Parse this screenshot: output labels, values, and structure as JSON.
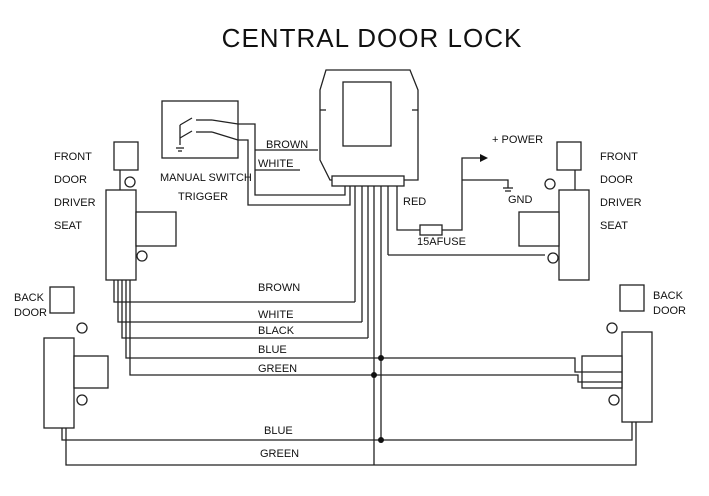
{
  "title": "CENTRAL DOOR LOCK",
  "labels": {
    "front_left": [
      "FRONT",
      "DOOR",
      "DRIVER",
      "SEAT"
    ],
    "front_right": [
      "FRONT",
      "DOOR",
      "DRIVER",
      "SEAT"
    ],
    "back_left": [
      "BACK",
      "DOOR"
    ],
    "back_right": [
      "BACK",
      "DOOR"
    ],
    "manual_switch": [
      "MANUAL SWITCH",
      "TRIGGER"
    ],
    "power": "+ POWER",
    "gnd": "GND",
    "red": "RED",
    "fuse": "15AFUSE"
  },
  "wire_labels": {
    "top_brown": "BROWN",
    "top_white": "WHITE",
    "brown": "BROWN",
    "white": "WHITE",
    "black": "BLACK",
    "blue": "BLUE",
    "green": "GREEN",
    "bottom_blue": "BLUE",
    "bottom_green": "GREEN"
  }
}
